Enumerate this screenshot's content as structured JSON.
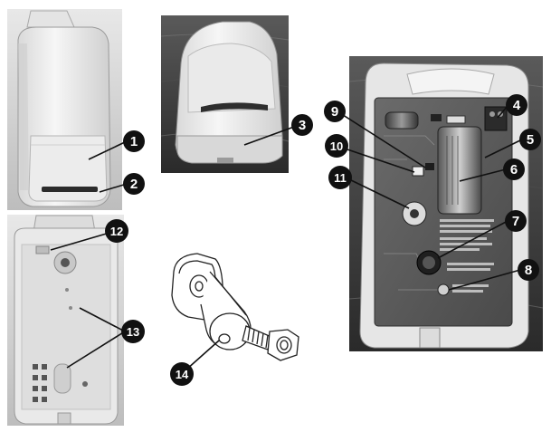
{
  "callouts": [
    {
      "id": "1",
      "text": "1"
    },
    {
      "id": "2",
      "text": "2"
    },
    {
      "id": "3",
      "text": "3"
    },
    {
      "id": "4",
      "text": "4"
    },
    {
      "id": "5",
      "text": "5"
    },
    {
      "id": "6",
      "text": "6"
    },
    {
      "id": "7",
      "text": "7"
    },
    {
      "id": "8",
      "text": "8"
    },
    {
      "id": "9",
      "text": "9"
    },
    {
      "id": "10",
      "text": "10"
    },
    {
      "id": "11",
      "text": "11"
    },
    {
      "id": "12",
      "text": "12"
    },
    {
      "id": "13",
      "text": "13"
    },
    {
      "id": "14",
      "text": "14"
    }
  ],
  "colors": {
    "callout_fill": "#111111",
    "callout_text": "#ffffff",
    "photo_bg_dark": "#3a3a3a",
    "photo_bg_light": "#dcdcdc",
    "housing_white": "#f2f2f2"
  }
}
